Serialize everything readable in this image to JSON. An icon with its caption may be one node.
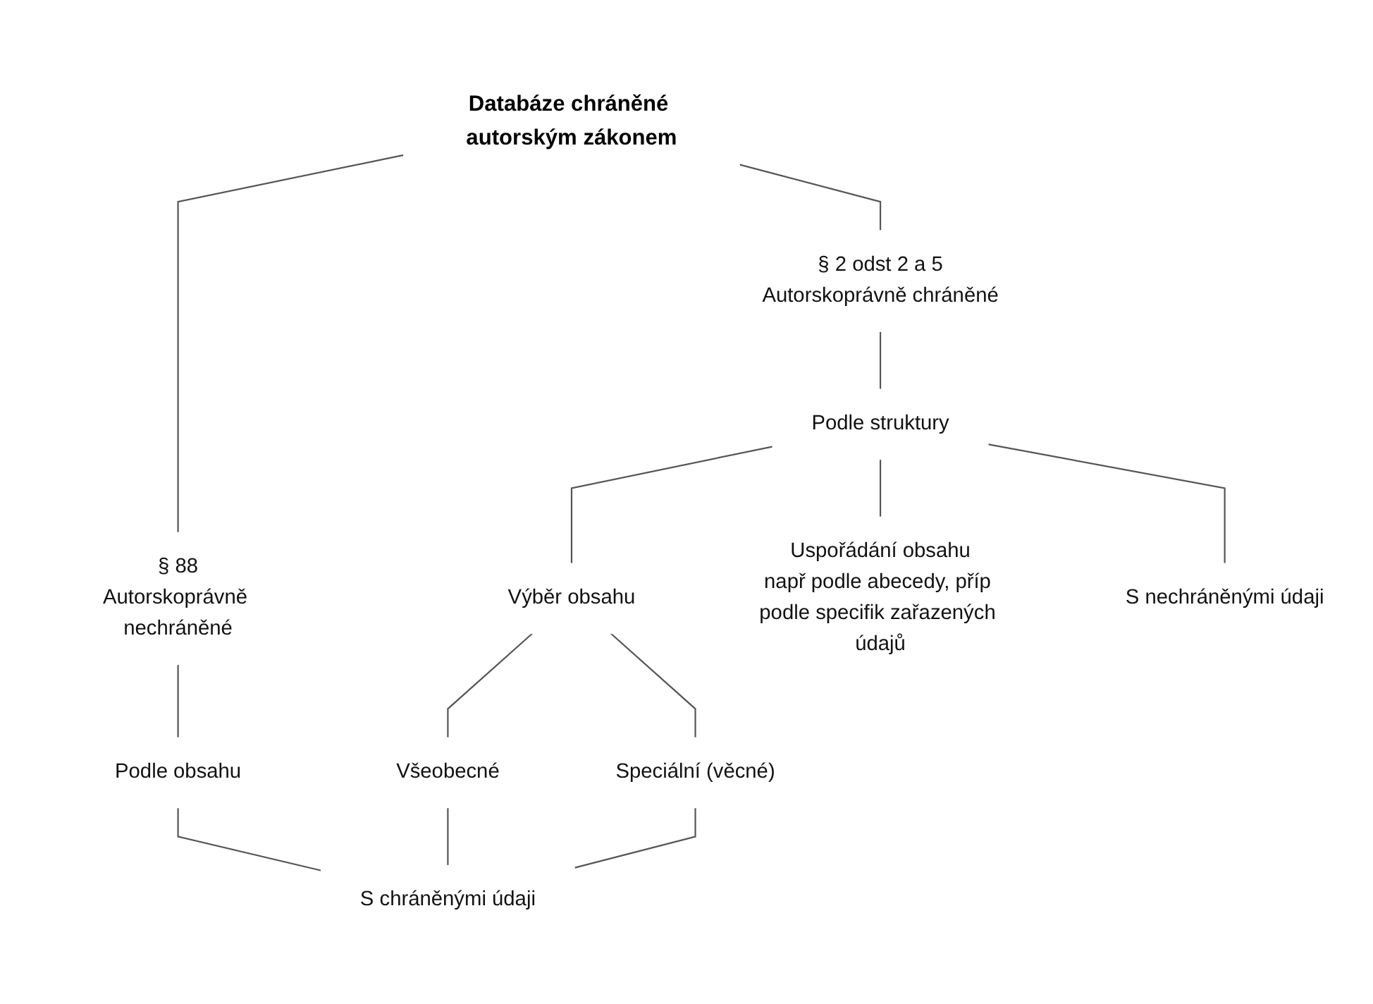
{
  "diagram": {
    "nodes": [
      {
        "text": [
          "Databáze chráněné autorským zákonem"
        ]
      },
      {
        "text": [
          "§ 88",
          "Autorskoprávně nechráněné"
        ]
      },
      {
        "text": [
          "§ 2 odst 2 a 5",
          "Autorskoprávně chráněné"
        ]
      },
      {
        "text": [
          "Podle obsahu"
        ]
      },
      {
        "text": [
          "Podle struktury"
        ]
      },
      {
        "text": [
          "Výběr obsahu"
        ]
      },
      {
        "text": [
          "Uspořádání obsahu",
          "např podle abecedy, příp podle specifik zařazených údajů"
        ]
      },
      {
        "text": [
          "Všeobecné"
        ]
      },
      {
        "text": [
          "Speciální (věcné)"
        ]
      },
      {
        "text": [
          "S chráněnými údaji"
        ]
      },
      {
        "text": [
          "S nechráněnými údaji"
        ]
      }
    ],
    "edges": [
      {
        "from": 0,
        "to": 1,
        "arrow": "none"
      },
      {
        "from": 0,
        "to": 2,
        "arrow": "none"
      },
      {
        "from": 1,
        "to": 3,
        "arrow": "none"
      },
      {
        "from": 2,
        "to": 4,
        "arrow": "none"
      },
      {
        "from": 4,
        "to": 5,
        "arrow": "none"
      },
      {
        "from": 4,
        "to": 6,
        "arrow": "none"
      },
      {
        "from": 5,
        "to": 7,
        "arrow": "none"
      },
      {
        "from": 5,
        "to": 8,
        "arrow": "none"
      },
      {
        "from": 3,
        "to": 9,
        "arrow": "none"
      },
      {
        "from": 7,
        "to": 9,
        "arrow": "none"
      },
      {
        "from": 8,
        "to": 9,
        "arrow": "none"
      },
      {
        "from": 4,
        "to": 10,
        "arrow": "none"
      }
    ]
  }
}
